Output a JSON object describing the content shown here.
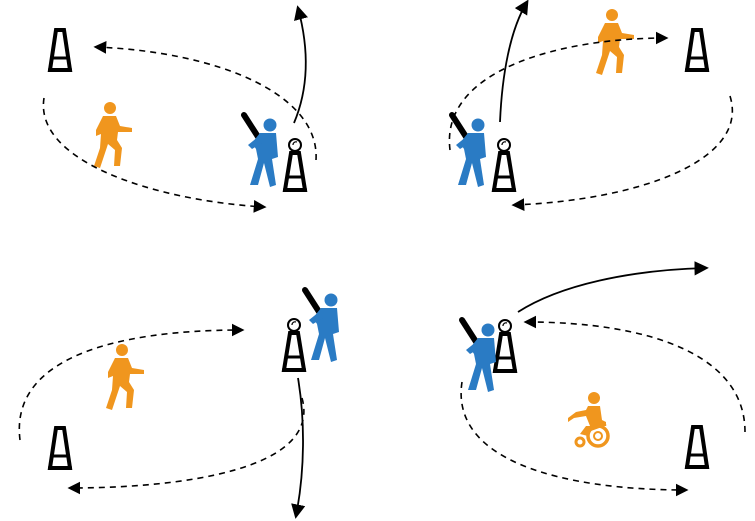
{
  "title": "",
  "colors": {
    "batter": "#2a7bc4",
    "fielder": "#f0961e",
    "line": "#000000",
    "background": "#ffffff"
  },
  "icons": {
    "cone": "cone-icon",
    "ball_on_tee": "ball-on-tee-icon",
    "batter": "batter-icon",
    "runner": "fielder-icon",
    "wheelchair": "wheelchair-user-icon"
  },
  "panels": [
    {
      "id": "top-left",
      "batter_icon": "batter-icon",
      "fielder_icon": "fielder-icon",
      "hit": "up"
    },
    {
      "id": "top-right",
      "batter_icon": "batter-icon",
      "fielder_icon": "fielder-icon",
      "hit": "up"
    },
    {
      "id": "bottom-left",
      "batter_icon": "batter-icon",
      "fielder_icon": "fielder-icon",
      "hit": "down"
    },
    {
      "id": "bottom-right",
      "batter_icon": "batter-icon",
      "fielder_icon": "wheelchair-user-icon",
      "hit": "right"
    }
  ]
}
